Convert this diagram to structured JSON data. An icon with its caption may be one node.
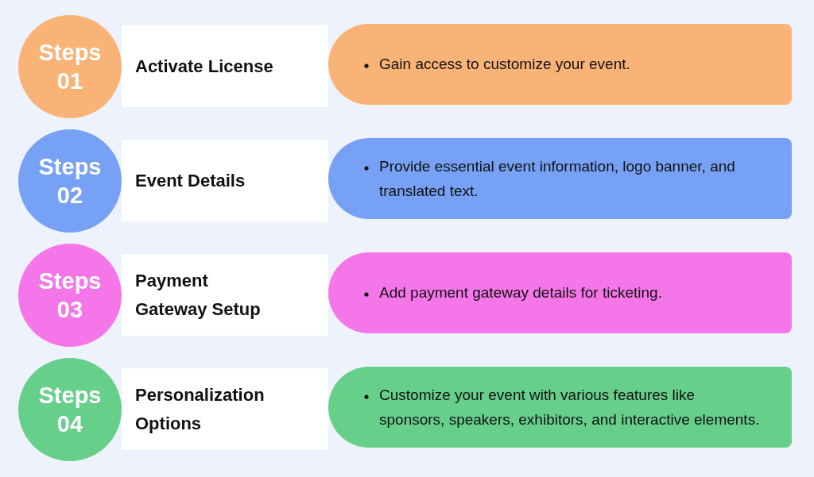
{
  "diagram": {
    "nodes": [
      {
        "text": [
          "Steps 01"
        ]
      },
      {
        "text": [
          "Activate License"
        ]
      },
      {
        "text": [
          "Gain access to customize your event."
        ]
      },
      {
        "text": [
          "Steps 02"
        ]
      },
      {
        "text": [
          "Event Details"
        ]
      },
      {
        "text": [
          "Provide essential event information, logo banner, and translated text."
        ]
      },
      {
        "text": [
          "Steps 03"
        ]
      },
      {
        "text": [
          "Payment Gateway Setup"
        ]
      },
      {
        "text": [
          "Add payment gateway details for ticketing."
        ]
      },
      {
        "text": [
          "Steps 04"
        ]
      },
      {
        "text": [
          "Personalization Options"
        ]
      },
      {
        "text": [
          "Customize your event with various features like sponsors, speakers, exhibitors, and interactive elements."
        ]
      }
    ]
  }
}
